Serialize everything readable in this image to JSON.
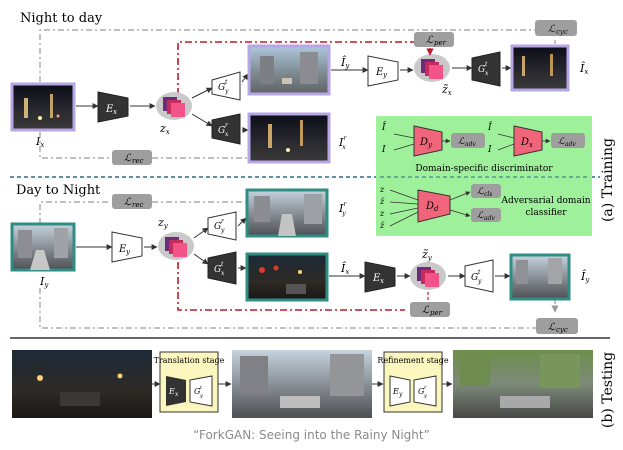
{
  "sections": {
    "night_to_day": "Night to day",
    "day_to_night": "Day to Night",
    "training": "(a) Training",
    "testing": "(b) Testing"
  },
  "nodes": {
    "Ex": "E",
    "Ey": "E",
    "Gy_t": "G",
    "Gy_r": "G",
    "Gx_t": "G",
    "Gx_r": "G",
    "Dy": "D",
    "Dx": "D",
    "Dd": "D",
    "translation_stage": "Translation stage",
    "refinement_stage": "Refinement stage"
  },
  "labels": {
    "Ix": "I",
    "Iy": "I",
    "Ix_r": "I",
    "Iy_r": "I",
    "Iy_hat": "Î",
    "Ix_hat": "Î",
    "zx": "z",
    "zy": "z",
    "zx_tilde": "z̃",
    "zy_tilde": "z̃",
    "Iy_hat_out": "Î",
    "Ix_hat_out": "Î"
  },
  "losses": {
    "cyc": "ℒ",
    "per": "ℒ",
    "rec": "ℒ",
    "adv": "ℒ",
    "cls": "ℒ"
  },
  "subscripts": {
    "x": "x",
    "y": "y",
    "cyc": "cyc",
    "per": "per",
    "rec": "rec",
    "adv": "adv",
    "cls": "cls",
    "t": "t",
    "r": "r",
    "d": "d"
  },
  "discriminator_panel": {
    "title1": "Domain-specific discriminator",
    "title2": "Adversarial domain",
    "title3": "classifier"
  },
  "caption": "“ForkGAN: Seeing into the Rainy Night”",
  "colors": {
    "purple": "#b7a6e6",
    "teal": "#2f8d84",
    "red_dash": "#c0182a",
    "gray_dash": "#9a9a9a",
    "green_panel": "#9ef09a",
    "discriminator": "#f0657a",
    "stage_box": "#fbf6be"
  }
}
